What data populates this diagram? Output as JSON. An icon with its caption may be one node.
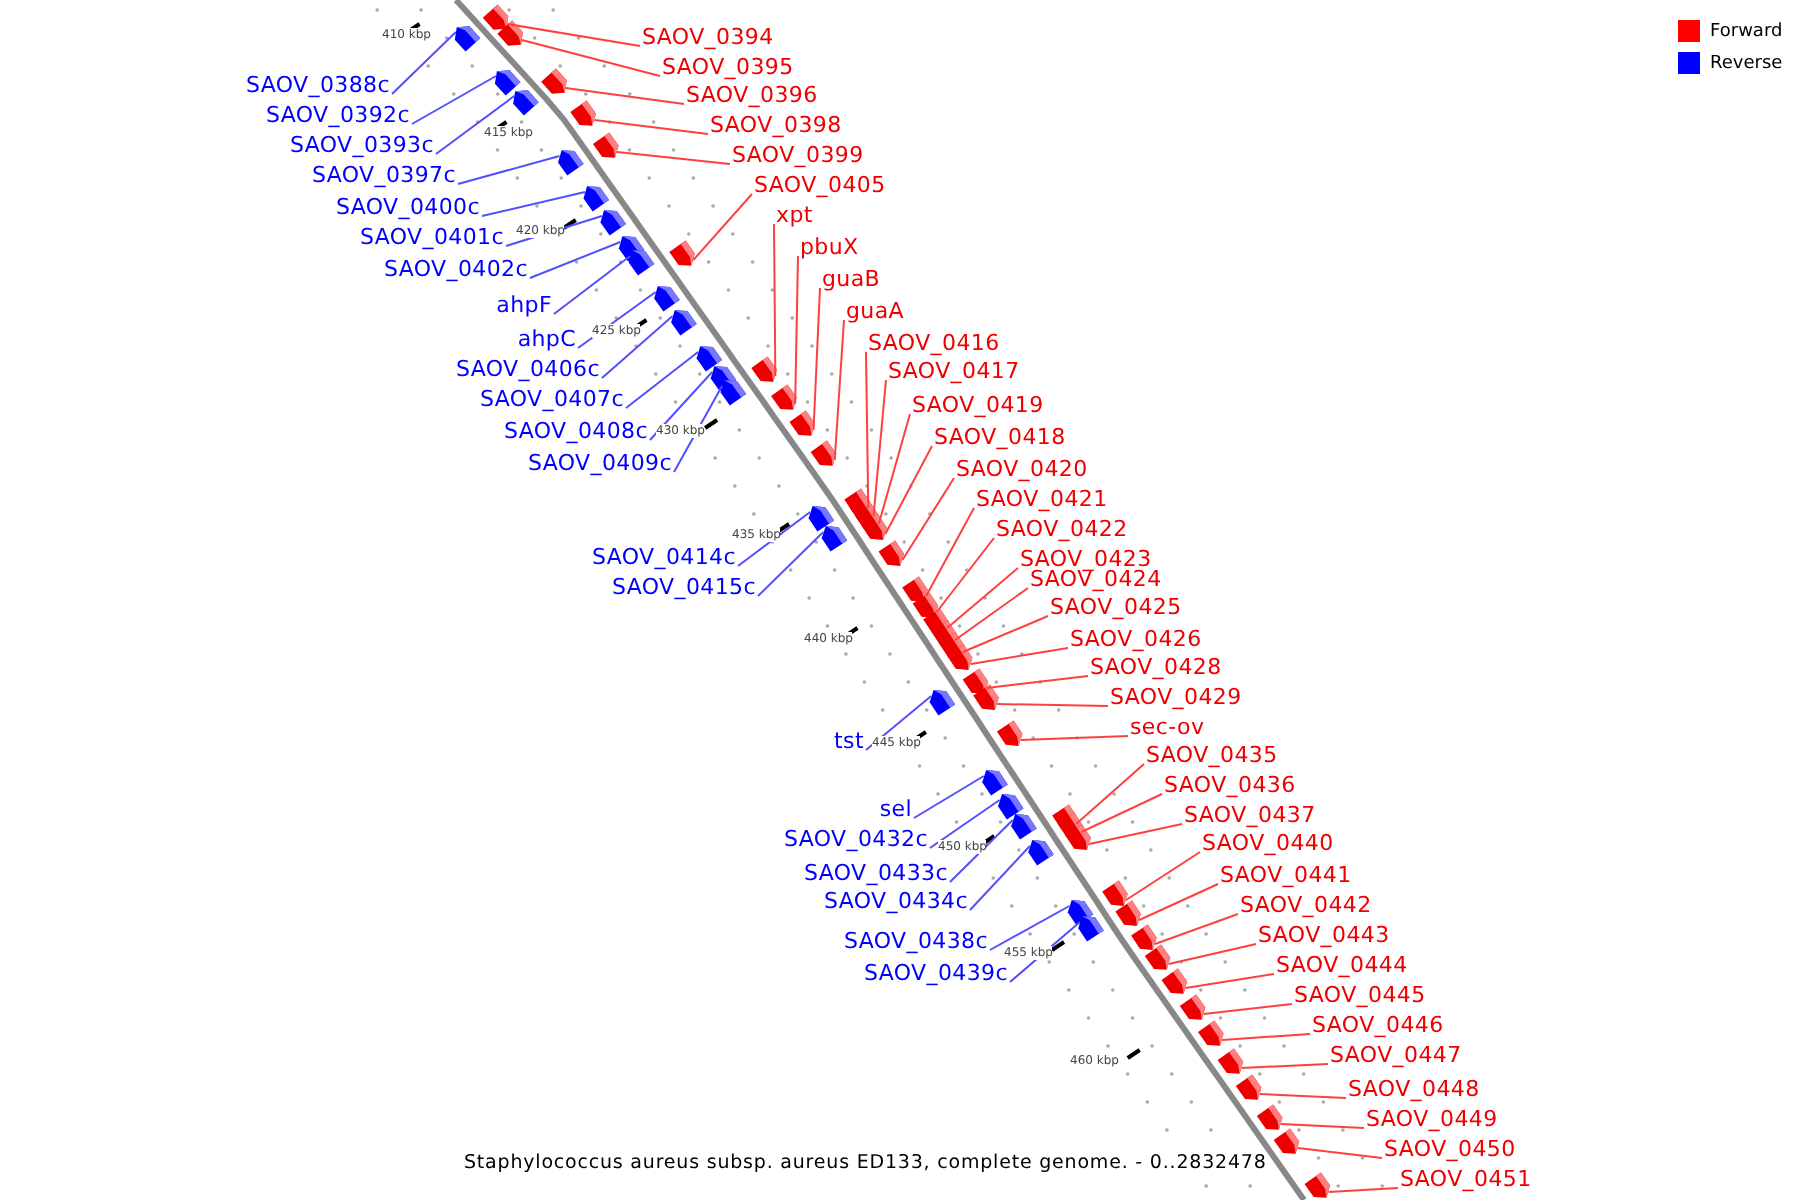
{
  "diagram": {
    "caption": "Staphylococcus aureus subsp. aureus ED133, complete genome. - 0..2832478",
    "nodes": [
      {
        "text": [
          "SAOV_0388c"
        ]
      },
      {
        "text": [
          "SAOV_0392c"
        ]
      },
      {
        "text": [
          "SAOV_0393c"
        ]
      },
      {
        "text": [
          "SAOV_0397c"
        ]
      },
      {
        "text": [
          "SAOV_0400c"
        ]
      },
      {
        "text": [
          "SAOV_0401c"
        ]
      },
      {
        "text": [
          "SAOV_0402c"
        ]
      },
      {
        "text": [
          "ahpF"
        ]
      },
      {
        "text": [
          "ahpC"
        ]
      },
      {
        "text": [
          "SAOV_0406c"
        ]
      },
      {
        "text": [
          "SAOV_0407c"
        ]
      },
      {
        "text": [
          "SAOV_0408c"
        ]
      },
      {
        "text": [
          "SAOV_0409c"
        ]
      },
      {
        "text": [
          "SAOV_0414c"
        ]
      },
      {
        "text": [
          "SAOV_0415c"
        ]
      },
      {
        "text": [
          "tst"
        ]
      },
      {
        "text": [
          "sel"
        ]
      },
      {
        "text": [
          "SAOV_0432c"
        ]
      },
      {
        "text": [
          "SAOV_0433c"
        ]
      },
      {
        "text": [
          "SAOV_0434c"
        ]
      },
      {
        "text": [
          "SAOV_0438c"
        ]
      },
      {
        "text": [
          "SAOV_0439c"
        ]
      },
      {
        "text": [
          "SAOV_0394"
        ]
      },
      {
        "text": [
          "SAOV_0395"
        ]
      },
      {
        "text": [
          "SAOV_0396"
        ]
      },
      {
        "text": [
          "SAOV_0398"
        ]
      },
      {
        "text": [
          "SAOV_0399"
        ]
      },
      {
        "text": [
          "SAOV_0405"
        ]
      },
      {
        "text": [
          "xpt"
        ]
      },
      {
        "text": [
          "pbuX"
        ]
      },
      {
        "text": [
          "guaB"
        ]
      },
      {
        "text": [
          "guaA"
        ]
      },
      {
        "text": [
          "SAOV_0416"
        ]
      },
      {
        "text": [
          "SAOV_0417"
        ]
      },
      {
        "text": [
          "SAOV_0419"
        ]
      },
      {
        "text": [
          "SAOV_0418"
        ]
      },
      {
        "text": [
          "SAOV_0420"
        ]
      },
      {
        "text": [
          "SAOV_0421"
        ]
      },
      {
        "text": [
          "SAOV_0422"
        ]
      },
      {
        "text": [
          "SAOV_0423"
        ]
      },
      {
        "text": [
          "SAOV_0424"
        ]
      },
      {
        "text": [
          "SAOV_0425"
        ]
      },
      {
        "text": [
          "SAOV_0426"
        ]
      },
      {
        "text": [
          "SAOV_0428"
        ]
      },
      {
        "text": [
          "SAOV_0429"
        ]
      },
      {
        "text": [
          "sec-ov"
        ]
      },
      {
        "text": [
          "SAOV_0435"
        ]
      },
      {
        "text": [
          "SAOV_0436"
        ]
      },
      {
        "text": [
          "SAOV_0437"
        ]
      },
      {
        "text": [
          "SAOV_0440"
        ]
      },
      {
        "text": [
          "SAOV_0441"
        ]
      },
      {
        "text": [
          "SAOV_0442"
        ]
      },
      {
        "text": [
          "SAOV_0443"
        ]
      },
      {
        "text": [
          "SAOV_0444"
        ]
      },
      {
        "text": [
          "SAOV_0445"
        ]
      },
      {
        "text": [
          "SAOV_0446"
        ]
      },
      {
        "text": [
          "SAOV_0447"
        ]
      },
      {
        "text": [
          "SAOV_0448"
        ]
      },
      {
        "text": [
          "SAOV_0449"
        ]
      },
      {
        "text": [
          "SAOV_0450"
        ]
      },
      {
        "text": [
          "SAOV_0451"
        ]
      },
      {
        "text": [],
        "shape": "arrow"
      },
      {
        "text": [],
        "shape": "arrow"
      },
      {
        "text": [],
        "shape": "arrow"
      },
      {
        "text": [],
        "shape": "arrow"
      },
      {
        "text": [],
        "shape": "arrow"
      },
      {
        "text": [],
        "shape": "arrow"
      },
      {
        "text": [],
        "shape": "arrow"
      },
      {
        "text": [],
        "shape": "arrow"
      },
      {
        "text": [],
        "shape": "arrow"
      },
      {
        "text": [],
        "shape": "arrow"
      },
      {
        "text": [],
        "shape": "arrow"
      },
      {
        "text": [],
        "shape": "arrow"
      },
      {
        "text": [],
        "shape": "arrow"
      },
      {
        "text": [],
        "shape": "arrow"
      },
      {
        "text": [],
        "shape": "arrow"
      },
      {
        "text": [],
        "shape": "arrow"
      },
      {
        "text": [],
        "shape": "arrow"
      },
      {
        "text": [],
        "shape": "arrow"
      },
      {
        "text": [],
        "shape": "arrow"
      },
      {
        "text": [],
        "shape": "arrow"
      },
      {
        "text": [],
        "shape": "arrow"
      },
      {
        "text": [],
        "shape": "arrow"
      },
      {
        "text": [],
        "shape": "arrow"
      },
      {
        "text": [],
        "shape": "arrow"
      },
      {
        "text": [],
        "shape": "arrow"
      },
      {
        "text": [],
        "shape": "arrow"
      },
      {
        "text": [],
        "shape": "arrow"
      },
      {
        "text": [],
        "shape": "arrow"
      },
      {
        "text": [],
        "shape": "arrow"
      },
      {
        "text": [],
        "shape": "arrow"
      },
      {
        "text": [],
        "shape": "arrow"
      },
      {
        "text": [],
        "shape": "arrow"
      },
      {
        "text": [],
        "shape": "arrow"
      },
      {
        "text": [],
        "shape": "arrow"
      },
      {
        "text": [],
        "shape": "arrow"
      },
      {
        "text": [],
        "shape": "arrow"
      },
      {
        "text": [],
        "shape": "arrow"
      },
      {
        "text": [],
        "shape": "arrow"
      },
      {
        "text": [],
        "shape": "arrow"
      },
      {
        "text": [],
        "shape": "arrow"
      },
      {
        "text": [],
        "shape": "arrow"
      },
      {
        "text": [],
        "shape": "arrow"
      },
      {
        "text": [],
        "shape": "arrow"
      },
      {
        "text": [],
        "shape": "arrow"
      },
      {
        "text": [],
        "shape": "arrow"
      },
      {
        "text": [],
        "shape": "arrow"
      },
      {
        "text": [],
        "shape": "arrow"
      },
      {
        "text": [],
        "shape": "arrow"
      },
      {
        "text": [],
        "shape": "arrow"
      },
      {
        "text": [],
        "shape": "arrow"
      },
      {
        "text": [],
        "shape": "arrow"
      },
      {
        "text": [],
        "shape": "arrow"
      },
      {
        "text": [],
        "shape": "arrow"
      },
      {
        "text": [],
        "shape": "arrow"
      },
      {
        "text": [],
        "shape": "arrow"
      },
      {
        "text": [],
        "shape": "arrow"
      },
      {
        "text": [],
        "shape": "arrow"
      },
      {
        "text": [],
        "shape": "arrow"
      },
      {
        "text": [],
        "shape": "arrow"
      },
      {
        "text": [],
        "shape": "arrow"
      },
      {
        "text": [],
        "shape": "arrow"
      }
    ],
    "edges": [
      {
        "from": 0,
        "to": 61,
        "arrow": "none",
        "color": "#5050ff"
      },
      {
        "from": 1,
        "to": 62,
        "arrow": "none",
        "color": "#5050ff"
      },
      {
        "from": 2,
        "to": 63,
        "arrow": "none",
        "color": "#5050ff"
      },
      {
        "from": 3,
        "to": 64,
        "arrow": "none",
        "color": "#5050ff"
      },
      {
        "from": 4,
        "to": 65,
        "arrow": "none",
        "color": "#5050ff"
      },
      {
        "from": 5,
        "to": 66,
        "arrow": "none",
        "color": "#5050ff"
      },
      {
        "from": 6,
        "to": 67,
        "arrow": "none",
        "color": "#5050ff"
      },
      {
        "from": 7,
        "to": 68,
        "arrow": "none",
        "color": "#5050ff"
      },
      {
        "from": 8,
        "to": 69,
        "arrow": "none",
        "color": "#5050ff"
      },
      {
        "from": 9,
        "to": 70,
        "arrow": "none",
        "color": "#5050ff"
      },
      {
        "from": 10,
        "to": 71,
        "arrow": "none",
        "color": "#5050ff"
      },
      {
        "from": 11,
        "to": 72,
        "arrow": "none",
        "color": "#5050ff"
      },
      {
        "from": 12,
        "to": 73,
        "arrow": "none",
        "color": "#5050ff"
      },
      {
        "from": 13,
        "to": 74,
        "arrow": "none",
        "color": "#5050ff"
      },
      {
        "from": 14,
        "to": 75,
        "arrow": "none",
        "color": "#5050ff"
      },
      {
        "from": 15,
        "to": 76,
        "arrow": "none",
        "color": "#5050ff"
      },
      {
        "from": 16,
        "to": 77,
        "arrow": "none",
        "color": "#5050ff"
      },
      {
        "from": 17,
        "to": 78,
        "arrow": "none",
        "color": "#5050ff"
      },
      {
        "from": 18,
        "to": 79,
        "arrow": "none",
        "color": "#5050ff"
      },
      {
        "from": 19,
        "to": 80,
        "arrow": "none",
        "color": "#5050ff"
      },
      {
        "from": 20,
        "to": 81,
        "arrow": "none",
        "color": "#5050ff"
      },
      {
        "from": 21,
        "to": 82,
        "arrow": "none",
        "color": "#5050ff"
      },
      {
        "from": 22,
        "to": 83,
        "arrow": "none"
      },
      {
        "from": 23,
        "to": 84,
        "arrow": "none"
      },
      {
        "from": 24,
        "to": 85,
        "arrow": "none"
      },
      {
        "from": 25,
        "to": 86,
        "arrow": "none"
      },
      {
        "from": 26,
        "to": 87,
        "arrow": "none"
      },
      {
        "from": 27,
        "to": 88,
        "arrow": "none"
      },
      {
        "from": 28,
        "to": 89,
        "arrow": "none"
      },
      {
        "from": 29,
        "to": 90,
        "arrow": "none"
      },
      {
        "from": 30,
        "to": 91,
        "arrow": "none"
      },
      {
        "from": 31,
        "to": 92,
        "arrow": "none"
      },
      {
        "from": 32,
        "to": 93,
        "arrow": "none"
      },
      {
        "from": 33,
        "to": 94,
        "arrow": "none"
      },
      {
        "from": 34,
        "to": 95,
        "arrow": "none"
      },
      {
        "from": 35,
        "to": 96,
        "arrow": "none"
      },
      {
        "from": 36,
        "to": 97,
        "arrow": "none"
      },
      {
        "from": 37,
        "to": 98,
        "arrow": "none"
      },
      {
        "from": 38,
        "to": 99,
        "arrow": "none"
      },
      {
        "from": 39,
        "to": 100,
        "arrow": "none"
      },
      {
        "from": 40,
        "to": 101,
        "arrow": "none"
      },
      {
        "from": 41,
        "to": 102,
        "arrow": "none"
      },
      {
        "from": 42,
        "to": 103,
        "arrow": "none"
      },
      {
        "from": 43,
        "to": 104,
        "arrow": "none"
      },
      {
        "from": 44,
        "to": 105,
        "arrow": "none"
      },
      {
        "from": 45,
        "to": 106,
        "arrow": "none"
      },
      {
        "from": 46,
        "to": 107,
        "arrow": "none"
      },
      {
        "from": 47,
        "to": 108,
        "arrow": "none"
      },
      {
        "from": 48,
        "to": 109,
        "arrow": "none"
      },
      {
        "from": 49,
        "to": 110,
        "arrow": "none"
      },
      {
        "from": 50,
        "to": 111,
        "arrow": "none"
      },
      {
        "from": 51,
        "to": 112,
        "arrow": "none"
      },
      {
        "from": 52,
        "to": 113,
        "arrow": "none"
      },
      {
        "from": 53,
        "to": 114,
        "arrow": "none"
      },
      {
        "from": 54,
        "to": 115,
        "arrow": "none"
      },
      {
        "from": 55,
        "to": 116,
        "arrow": "none"
      },
      {
        "from": 56,
        "to": 117,
        "arrow": "none"
      },
      {
        "from": 57,
        "to": 118,
        "arrow": "none"
      },
      {
        "from": 58,
        "to": 119,
        "arrow": "none"
      },
      {
        "from": 59,
        "to": 120,
        "arrow": "none"
      },
      {
        "from": 60,
        "to": 121,
        "arrow": "none"
      }
    ],
    "labels": [
      "410 kbp",
      "415 kbp",
      "420 kbp",
      "425 kbp",
      "430 kbp",
      "435 kbp",
      "440 kbp",
      "445 kbp",
      "450 kbp",
      "455 kbp",
      "460 kbp"
    ],
    "legend": [
      {
        "text": "Forward",
        "color": "#ff0000"
      },
      {
        "text": "Reverse",
        "color": "#0000ff"
      }
    ]
  }
}
